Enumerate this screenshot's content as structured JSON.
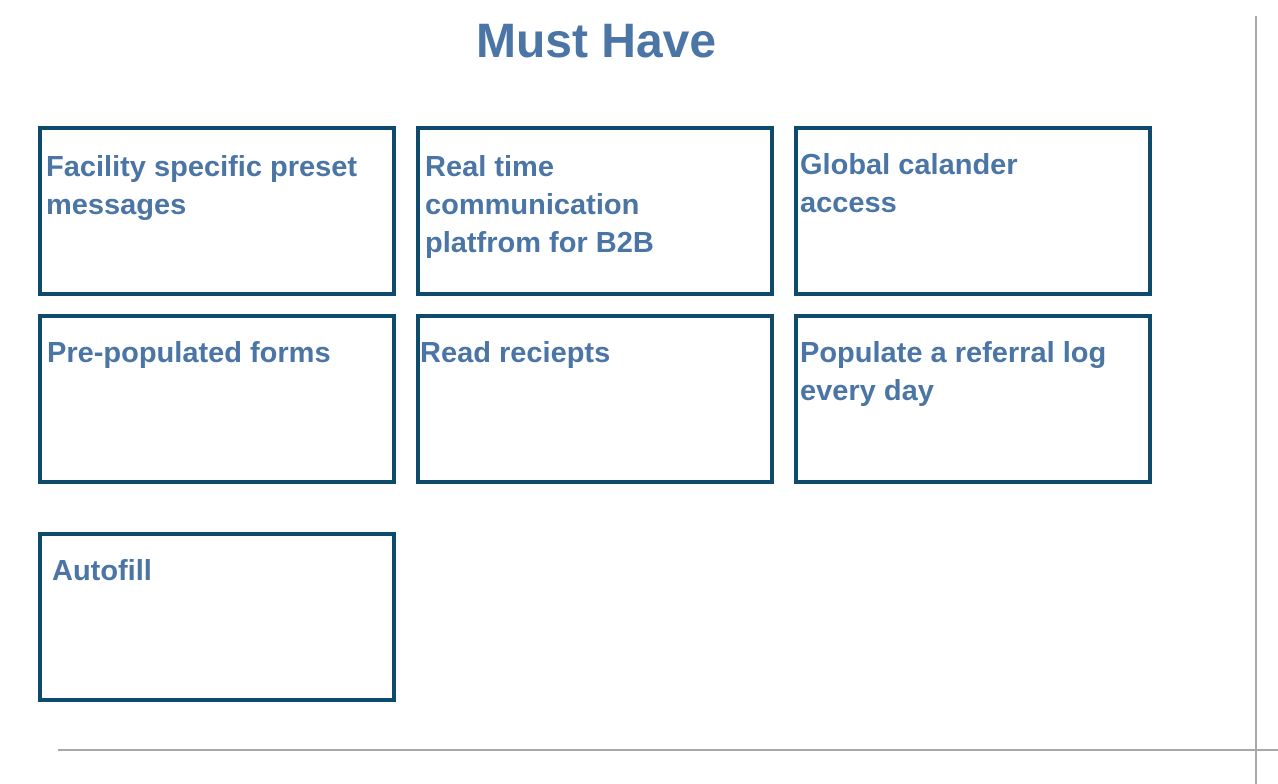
{
  "title": "Must Have",
  "cards": [
    {
      "label": "Facility specific preset messages"
    },
    {
      "label": "Real time communication platfrom for B2B"
    },
    {
      "label": "Global calander access"
    },
    {
      "label": "Pre-populated forms"
    },
    {
      "label": "Read reciepts"
    },
    {
      "label": "Populate a referral log every day"
    },
    {
      "label": "Autofill"
    }
  ],
  "colors": {
    "title_text": "#4a75a5",
    "card_text": "#4a75a5",
    "card_border": "#0d4a6b",
    "guide_lines": "#a8a8a8"
  }
}
